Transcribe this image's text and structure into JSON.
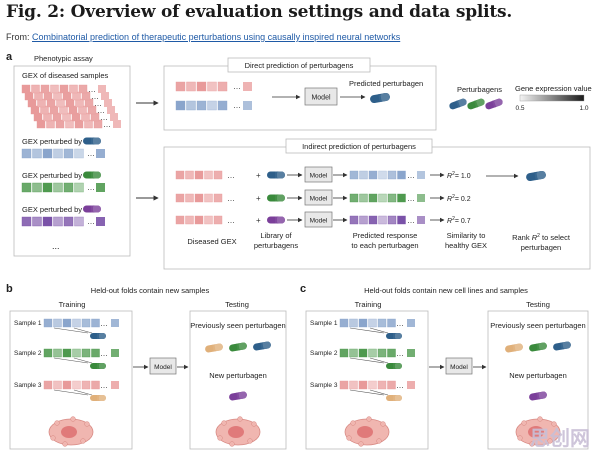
{
  "figure": {
    "title": "Fig. 2: Overview of evaluation settings and data splits.",
    "source_prefix": "From:",
    "source_link": "Combinatorial prediction of therapeutic perturbations using causally inspired neural networks"
  },
  "panel_a": {
    "letter": "a",
    "phenotypic_assay": "Phenotypic assay",
    "gex_diseased": "GEX of diseased samples",
    "gex_perturbed_by": "GEX perturbed by",
    "ellipsis": "...",
    "direct_title": "Direct prediction of perturbagens",
    "indirect_title": "Indirect prediction of perturbagens",
    "model": "Model",
    "predicted_perturbagen": "Predicted perturbagen",
    "perturbagens": "Perturbagens",
    "gene_expression_value": "Gene expression value",
    "scale_min": "0.5",
    "scale_max": "1.0",
    "r2_values": [
      "= 1.0",
      "= 0.2",
      "= 0.7"
    ],
    "diseased_gex": "Diseased GEX",
    "library_of_perturbagens": [
      "Library of",
      "perturbagens"
    ],
    "predicted_response": [
      "Predicted response",
      "to each perturbagen"
    ],
    "similarity": [
      "Similarity to",
      "healthy GEX"
    ],
    "rank_r2": [
      "Rank",
      "to select",
      "perturbagen"
    ]
  },
  "panel_b": {
    "letter": "b",
    "heading": "Held-out folds contain new samples",
    "training": "Training",
    "testing": "Testing",
    "samples": [
      "Sample 1",
      "Sample 2",
      "Sample 3"
    ],
    "model": "Model",
    "previously_seen": "Previously seen perturbagen",
    "new_perturbagen": "New perturbagen"
  },
  "panel_c": {
    "letter": "c",
    "heading": "Held-out folds contain new cell lines and samples",
    "training": "Training",
    "testing": "Testing",
    "samples": [
      "Sample 1",
      "Sample 2",
      "Sample 3"
    ],
    "model": "Model",
    "previously_seen": "Previously seen perturbagen",
    "new_perturbagen": "New perturbagen"
  },
  "colors": {
    "pill_blue": "#2e5f8a",
    "pill_green": "#3a8a3c",
    "pill_purple": "#7b3f9a",
    "pill_orange": "#e0b07a",
    "gex_red": "#e89a9a",
    "gex_blue": "#8aa5cc",
    "gex_green": "#4f9a4f",
    "gex_purple": "#7a52a8"
  },
  "watermark": "思创网"
}
